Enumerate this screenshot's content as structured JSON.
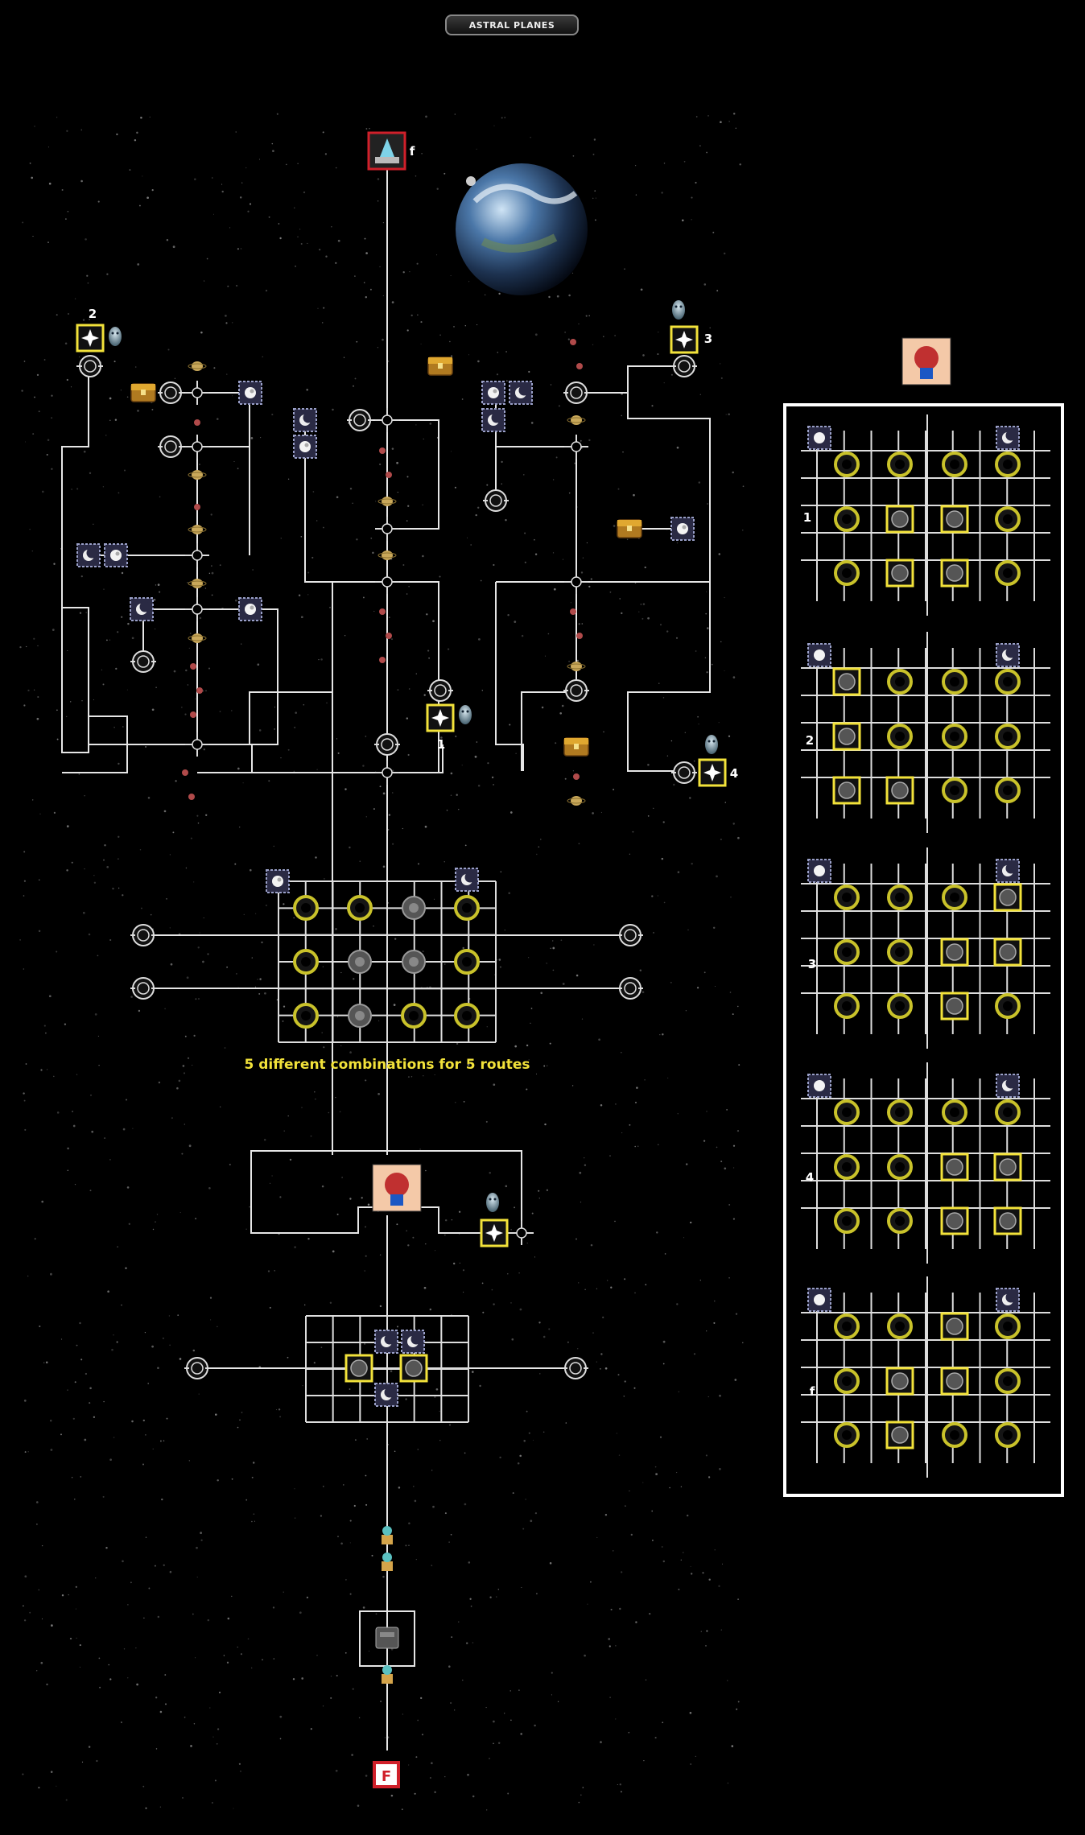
{
  "header": {
    "title": "ASTRAL PLANES"
  },
  "map": {
    "caption": "5 different combinations for 5 routes",
    "goal_labels": [
      "1",
      "2",
      "3",
      "4"
    ],
    "boss_label": "f",
    "finish_label": "F"
  },
  "legend": {
    "route_labels": [
      "1",
      "2",
      "3",
      "4",
      "f"
    ],
    "grids": [
      {
        "route": "1",
        "active": [
          [
            1,
            1
          ],
          [
            1,
            2
          ],
          [
            2,
            1
          ],
          [
            2,
            2
          ]
        ]
      },
      {
        "route": "2",
        "active": [
          [
            0,
            0
          ],
          [
            1,
            0
          ],
          [
            2,
            0
          ],
          [
            2,
            1
          ]
        ]
      },
      {
        "route": "3",
        "active": [
          [
            0,
            3
          ],
          [
            1,
            2
          ],
          [
            1,
            3
          ],
          [
            2,
            2
          ]
        ]
      },
      {
        "route": "4",
        "active": [
          [
            1,
            2
          ],
          [
            1,
            3
          ],
          [
            2,
            2
          ],
          [
            2,
            3
          ]
        ]
      },
      {
        "route": "f",
        "active": [
          [
            0,
            2
          ],
          [
            1,
            1
          ],
          [
            1,
            2
          ],
          [
            2,
            1
          ]
        ]
      }
    ]
  },
  "colors": {
    "background": "#000000",
    "path": "#e6e6e6",
    "highlight": "#f2e23a",
    "boss_frame": "#d0202a",
    "panel_border": "#ffffff"
  },
  "icons": [
    "star-switch-icon",
    "moon-tile-icon",
    "orb-tile-icon",
    "treasure-chest-icon",
    "planet-icon",
    "warp-circle-icon",
    "cross-junction-icon",
    "ghost-enemy-icon",
    "boss-portrait-icon",
    "crystal-boss-icon",
    "robot-enemy-icon"
  ]
}
